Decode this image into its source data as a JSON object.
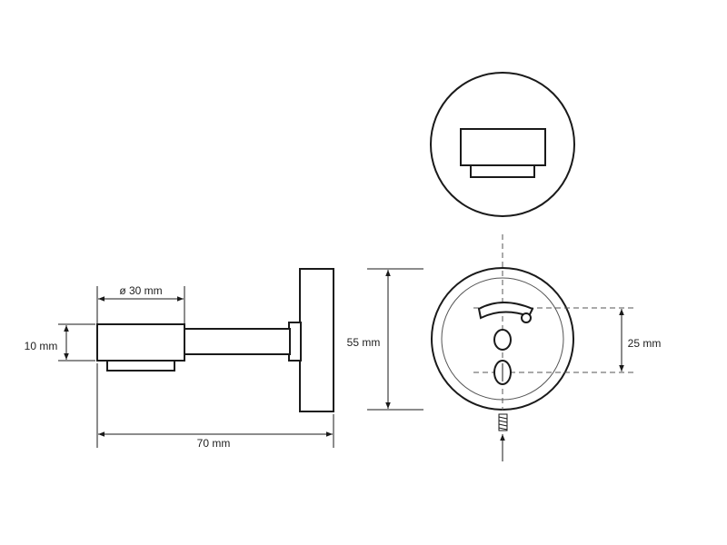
{
  "dimensions": {
    "diameter": "ø 30 mm",
    "height_10": "10 mm",
    "length_70": "70 mm",
    "height_55": "55 mm",
    "spacing_25": "25 mm"
  },
  "colors": {
    "line": "#1a1a1a",
    "center_line": "#555555",
    "background": "#ffffff"
  }
}
